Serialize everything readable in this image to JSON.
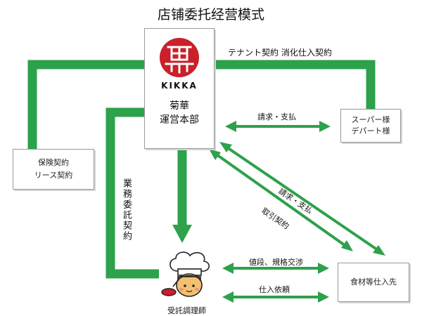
{
  "title": "店铺委托经营模式",
  "logo": {
    "wordmark": "KIKKA",
    "color": "#c9202a",
    "name": "kikka-logo"
  },
  "hq": {
    "line1": "菊華",
    "line2": "運営本部"
  },
  "insurance": {
    "line1": "保険契約",
    "line2": "リース契約"
  },
  "supermarket": {
    "line1": "スーパー様",
    "line2": "デパート様"
  },
  "supplier": {
    "label": "食材等仕入先"
  },
  "chef": {
    "label": "受託調理師",
    "icon": "chef-icon"
  },
  "edges": {
    "tenant": "テナント契約 消化仕入契約",
    "billing_store": "請求・支払",
    "billing_supplier": "請求・支払",
    "trade_contract": "取引契約",
    "outsourcing": "業務委託契約",
    "negotiation": "値段、規格交渉",
    "order": "仕入依頼"
  },
  "colors": {
    "green": "#2da14b",
    "border": "#9a9a9a"
  }
}
